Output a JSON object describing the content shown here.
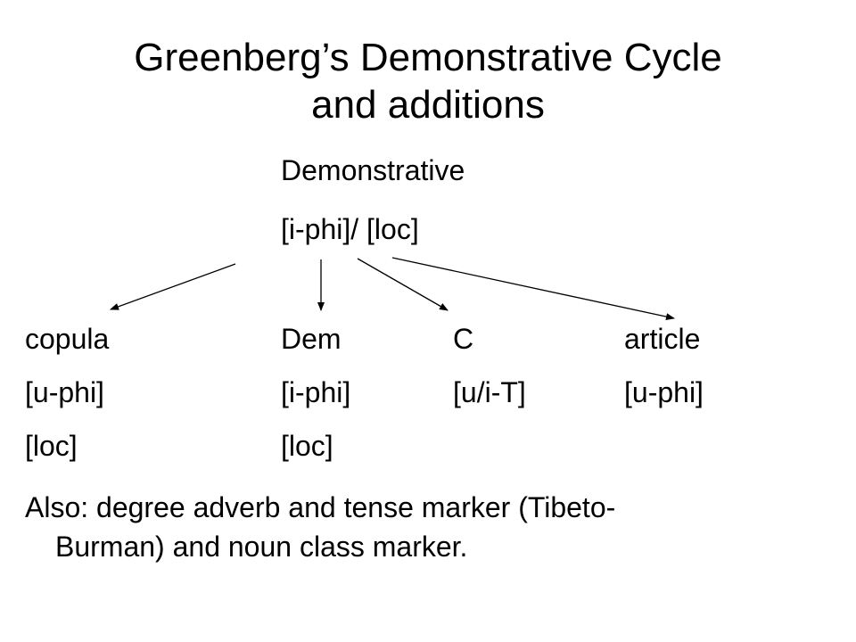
{
  "title": {
    "line1": "Greenberg’s Demonstrative Cycle",
    "line2": "and additions"
  },
  "source": {
    "label": "Demonstrative",
    "features": " [i-phi]/ [loc]"
  },
  "targets": [
    {
      "label": "copula",
      "feature1": "[u-phi]",
      "feature2": "[loc]"
    },
    {
      "label": "Dem",
      "feature1": "[i-phi]",
      "feature2": "[loc]"
    },
    {
      "label": "C",
      "feature1": "[u/i-T]",
      "feature2": ""
    },
    {
      "label": "article",
      "feature1": "[u-phi]",
      "feature2": ""
    }
  ],
  "note": {
    "line1": "Also: degree adverb and tense marker (Tibeto-",
    "line2": "Burman) and noun class marker."
  }
}
